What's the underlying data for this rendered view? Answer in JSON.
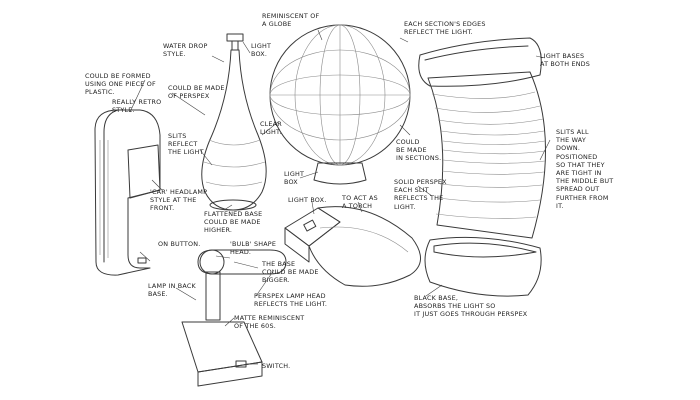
{
  "annotations": {
    "remin_globe": "Reminiscent of\na globe",
    "each_section": "Each section's edges\nreflect the light.",
    "light_bases": "Light bases\nat both ends",
    "water_drop": "Water drop\nstyle.",
    "light_box_top": "Light\nBox.",
    "formed_plastic": "Could be formed\nusing one piece of\nplastic.",
    "perspex": "Could be made\nof perspex",
    "retro": "Really retro\nstyle.",
    "clear_light": "Clear\nlight.",
    "slits_reflect": "Slits\nreflect\nthe light",
    "could_sections": "Could\nbe made\nin sections.",
    "slits_all": "Slits all\nthe way\ndown.\nPositioned\nso that they\nare tight in\nthe middle but\nspread out\nfurther from\nit.",
    "light_box_globe": "Light\nBox",
    "solid_perspex": "Solid Perspex\neach slit\nreflects the\nlight.",
    "car_headlamp": "'Car' headlamp\nstyle at the\nfront.",
    "flattened": "Flattened base\ncould be made\nhigher.",
    "light_box_torch": "Light box.",
    "torch": "To act as\na torch",
    "on_button": "On button.",
    "bulb_head": "'Bulb' shape\nhead.",
    "base_bigger": "The base\ncould be made\nbigger.",
    "lamp_back": "Lamp in back\nbase.",
    "perspex_head": "Perspex lamp head\nreflects the light.",
    "black_base": "Black base,\nabsorbs the light so\nit just goes through perspex",
    "matte": "Matte reminiscent\nof the 60s.",
    "switch": "Switch."
  },
  "colors": {
    "ink": "#3a3a3a",
    "shade": "#7a7a7a",
    "paper": "#ffffff"
  }
}
